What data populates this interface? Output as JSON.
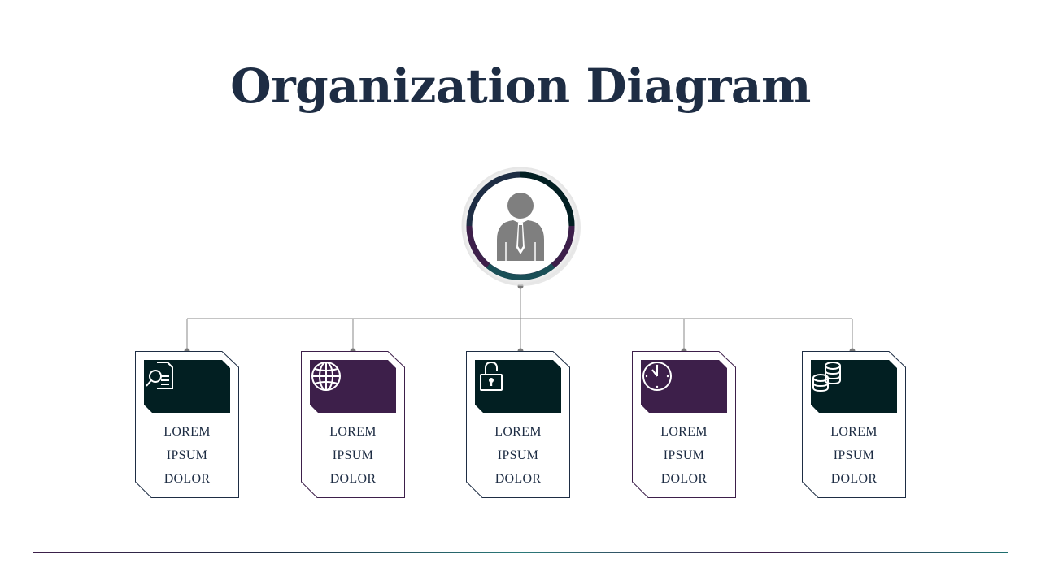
{
  "title": "Organization Diagram",
  "colors": {
    "navy": "#1e2d44",
    "dark_teal": "#021f22",
    "purple": "#3d1f4a",
    "gray": "#7a7a7a"
  },
  "root": {
    "icon": "person-icon"
  },
  "cards": [
    {
      "icon": "document-search-icon",
      "color": "dark_teal",
      "lines": [
        "LOREM",
        "IPSUM",
        "DOLOR"
      ]
    },
    {
      "icon": "globe-icon",
      "color": "purple",
      "lines": [
        "LOREM",
        "IPSUM",
        "DOLOR"
      ]
    },
    {
      "icon": "padlock-icon",
      "color": "dark_teal",
      "lines": [
        "LOREM",
        "IPSUM",
        "DOLOR"
      ]
    },
    {
      "icon": "clock-icon",
      "color": "purple",
      "lines": [
        "LOREM",
        "IPSUM",
        "DOLOR"
      ]
    },
    {
      "icon": "coins-icon",
      "color": "dark_teal",
      "lines": [
        "LOREM",
        "IPSUM",
        "DOLOR"
      ]
    }
  ]
}
